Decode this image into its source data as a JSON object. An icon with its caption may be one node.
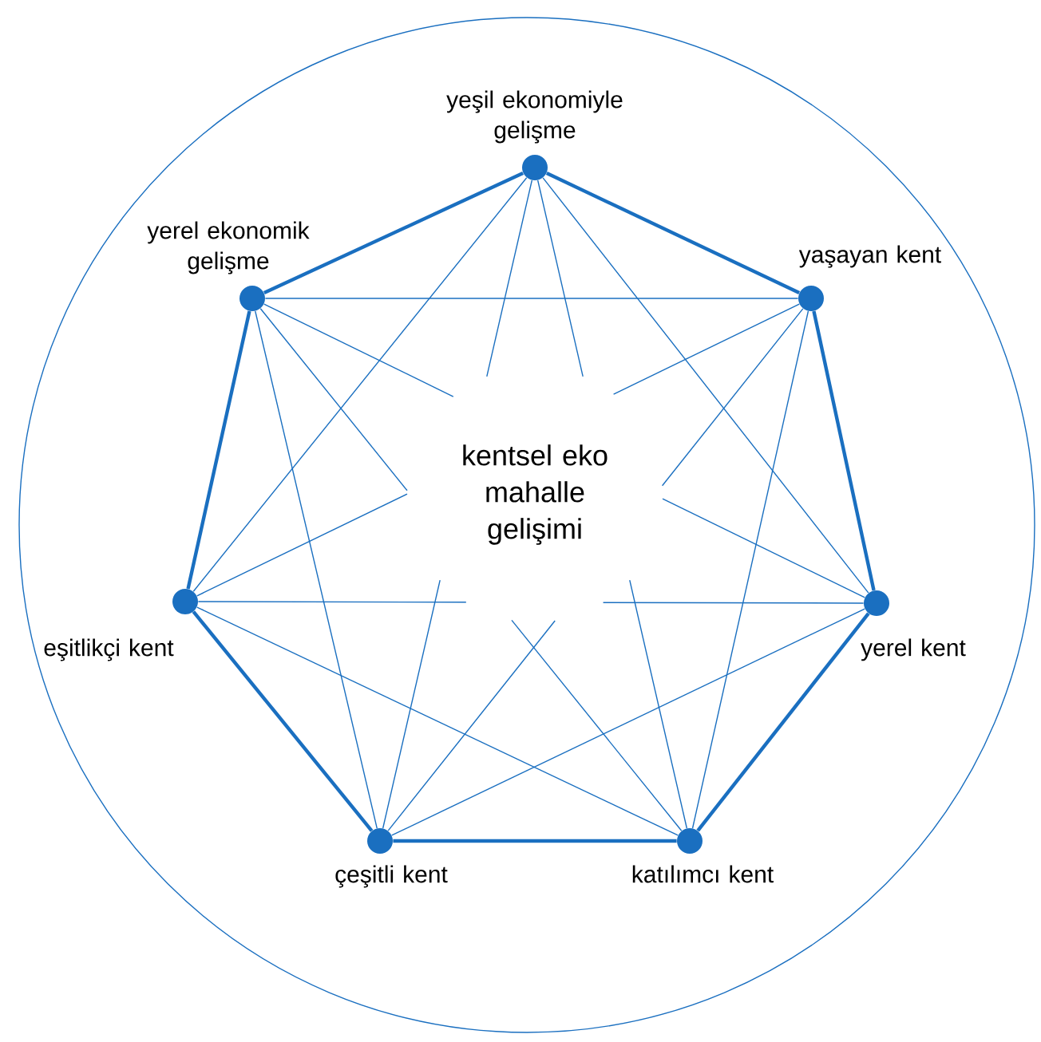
{
  "diagram": {
    "nodes": [
      {
        "text": [],
        "shape": "circle"
      },
      {
        "text": [],
        "shape": "circle",
        "beside": [
          "yeşil ekonomiyle gelişme"
        ],
        "in": 0
      },
      {
        "text": [],
        "shape": "circle",
        "beside": [
          "yerel ekonomik gelişme"
        ],
        "in": 0
      },
      {
        "text": [],
        "shape": "circle",
        "beside": [
          "yaşayan kent"
        ],
        "in": 0
      },
      {
        "text": [
          "kentsel eko mahalle gelişimi"
        ],
        "in": 0
      },
      {
        "text": [],
        "shape": "circle",
        "beside": [
          "eşitlikçi kent"
        ],
        "in": 0
      },
      {
        "text": [],
        "shape": "circle",
        "beside": [
          "yerel kent"
        ],
        "in": 0
      },
      {
        "text": [],
        "shape": "circle",
        "beside": [
          "çeşitli kent"
        ],
        "in": 0
      },
      {
        "text": [],
        "shape": "circle",
        "beside": [
          "katılımcı kent"
        ],
        "in": 0
      }
    ],
    "edges": [
      {
        "from": 1,
        "to": 3,
        "arrow": "none",
        "style": "thick"
      },
      {
        "from": 3,
        "to": 6,
        "arrow": "none",
        "style": "thick"
      },
      {
        "from": 6,
        "to": 8,
        "arrow": "none",
        "style": "thick"
      },
      {
        "from": 8,
        "to": 7,
        "arrow": "none",
        "style": "thick"
      },
      {
        "from": 7,
        "to": 5,
        "arrow": "none",
        "style": "thick"
      },
      {
        "from": 5,
        "to": 2,
        "arrow": "none",
        "style": "thick"
      },
      {
        "from": 2,
        "to": 1,
        "arrow": "none",
        "style": "thick"
      },
      {
        "from": 1,
        "to": 6,
        "arrow": "none"
      },
      {
        "from": 3,
        "to": 8,
        "arrow": "none"
      },
      {
        "from": 6,
        "to": 7,
        "arrow": "none"
      },
      {
        "from": 8,
        "to": 5,
        "arrow": "none"
      },
      {
        "from": 7,
        "to": 2,
        "arrow": "none"
      },
      {
        "from": 5,
        "to": 1,
        "arrow": "none"
      },
      {
        "from": 2,
        "to": 3,
        "arrow": "none"
      },
      {
        "from": 1,
        "to": 4,
        "arrow": "none"
      },
      {
        "from": 1,
        "to": 4,
        "arrow": "none"
      },
      {
        "from": 3,
        "to": 4,
        "arrow": "none"
      },
      {
        "from": 3,
        "to": 4,
        "arrow": "none"
      },
      {
        "from": 6,
        "to": 4,
        "arrow": "none"
      },
      {
        "from": 6,
        "to": 4,
        "arrow": "none"
      },
      {
        "from": 8,
        "to": 4,
        "arrow": "none"
      },
      {
        "from": 8,
        "to": 4,
        "arrow": "none"
      },
      {
        "from": 7,
        "to": 4,
        "arrow": "none"
      },
      {
        "from": 7,
        "to": 4,
        "arrow": "none"
      },
      {
        "from": 5,
        "to": 4,
        "arrow": "none"
      },
      {
        "from": 5,
        "to": 4,
        "arrow": "none"
      },
      {
        "from": 2,
        "to": 4,
        "arrow": "none"
      },
      {
        "from": 2,
        "to": 4,
        "arrow": "none"
      }
    ]
  }
}
